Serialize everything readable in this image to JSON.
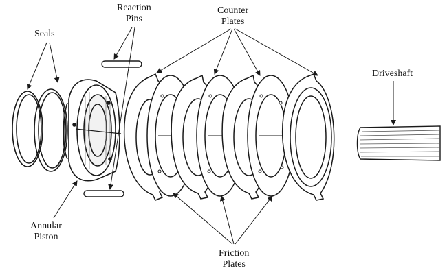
{
  "labels": {
    "seals": "Seals",
    "reaction_pins": [
      "Reaction",
      "Pins"
    ],
    "counter_plates": [
      "Counter",
      "Plates"
    ],
    "driveshaft": "Driveshaft",
    "annular_piston": [
      "Annular",
      "Piston"
    ],
    "friction_plates": [
      "Friction",
      "Plates"
    ]
  },
  "colors": {
    "ink": "#1a1a1a",
    "paper": "#ffffff",
    "shade": "#8a8a8a"
  }
}
